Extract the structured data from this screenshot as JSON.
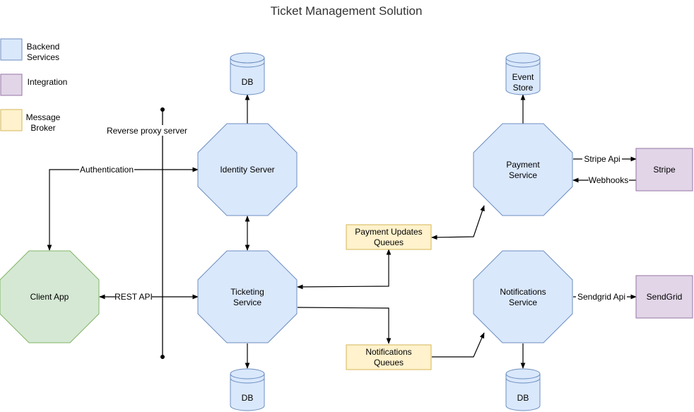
{
  "title": "Ticket Management Solution",
  "legend": {
    "backend": [
      "Backend",
      "Services"
    ],
    "integration": [
      "Integration"
    ],
    "broker": [
      "Message",
      "Broker"
    ]
  },
  "nodes": {
    "client_app": [
      "Client App"
    ],
    "identity_server": [
      "Identity Server"
    ],
    "ticketing_service": [
      "Ticketing",
      "Service"
    ],
    "payment_service": [
      "Payment",
      "Service"
    ],
    "notifications_service": [
      "Notifications",
      "Service"
    ],
    "payment_queue": [
      "Payment Updates",
      "Queues"
    ],
    "notifications_queue": [
      "Notifications",
      "Queues"
    ],
    "stripe": [
      "Stripe"
    ],
    "sendgrid": [
      "SendGrid"
    ],
    "db_identity": [
      "DB"
    ],
    "db_ticketing": [
      "DB"
    ],
    "db_notifications": [
      "DB"
    ],
    "event_store": [
      "Event",
      "Store"
    ]
  },
  "edge_labels": {
    "authentication": "Authentication",
    "rest_api": "REST API",
    "reverse_proxy": "Reverse proxy server",
    "stripe_api": "Stripe Api",
    "webhooks": "Webhooks",
    "sendgrid_api": "Sendgrid Api"
  },
  "colors": {
    "backend_fill": "#dae8fc",
    "backend_stroke": "#6c8ebf",
    "integration_fill": "#e1d5e7",
    "integration_stroke": "#9673a6",
    "broker_fill": "#fff2cc",
    "broker_stroke": "#d6b656",
    "client_fill": "#d5e8d4",
    "client_stroke": "#82b366"
  }
}
